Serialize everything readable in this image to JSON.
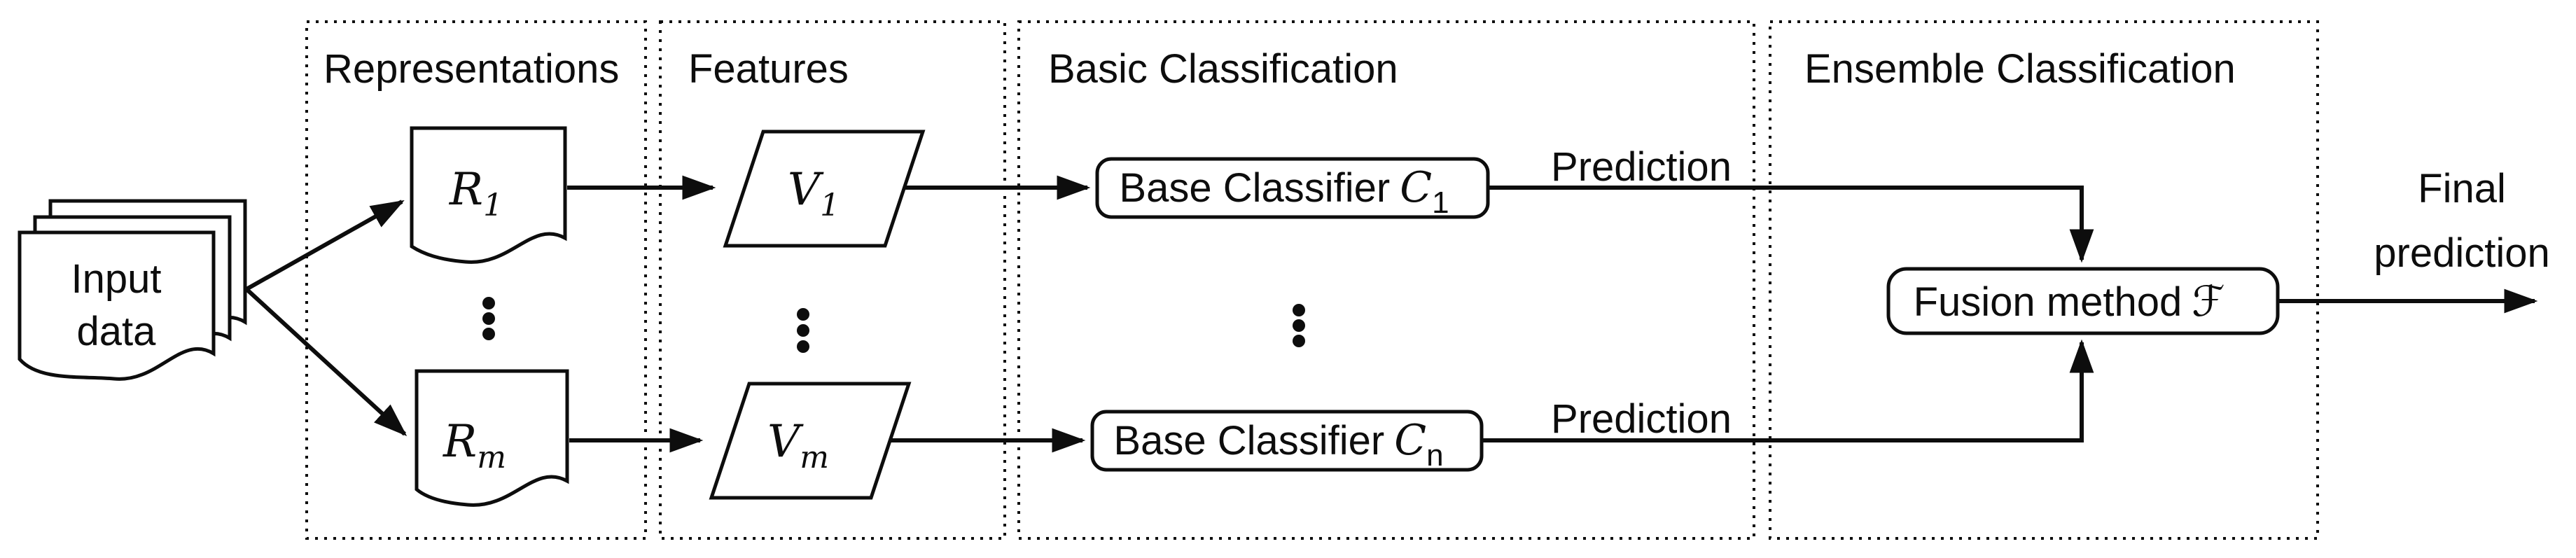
{
  "page": {
    "background": "#ffffff",
    "stroke_color": "#0d0d0d"
  },
  "input_stack": {
    "label_line1": "Input",
    "label_line2": "data"
  },
  "sections": {
    "representations": {
      "title": "Representations"
    },
    "features": {
      "title": "Features"
    },
    "basic": {
      "title": "Basic Classification"
    },
    "ensemble": {
      "title": "Ensemble Classification"
    }
  },
  "nodes": {
    "r1": {
      "base": "R",
      "sub": "1"
    },
    "rm": {
      "base": "R",
      "sub": "m"
    },
    "v1": {
      "base": "V",
      "sub": "1"
    },
    "vm": {
      "base": "V",
      "sub": "m"
    },
    "c1": {
      "prefix": "Base Classifier",
      "base": "C",
      "sub": "1"
    },
    "cn": {
      "prefix": "Base Classifier",
      "base": "C",
      "sub": "n"
    },
    "fusion": {
      "prefix": "Fusion method",
      "symbol": "ℱ"
    }
  },
  "labels": {
    "prediction_top": "Prediction",
    "prediction_bottom": "Prediction",
    "final_line1": "Final",
    "final_line2": "prediction"
  }
}
